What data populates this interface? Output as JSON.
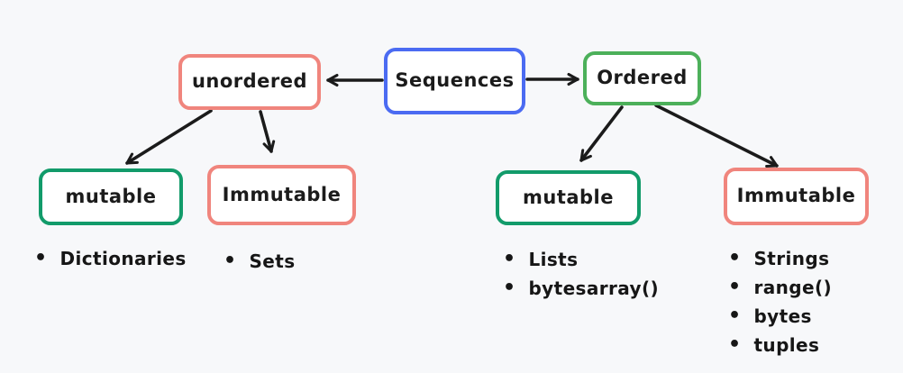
{
  "canvas": {
    "background_color": "#f7f8fa",
    "ink_color": "#1b1b1b"
  },
  "nodes": {
    "sequences": {
      "label": "Sequences",
      "border_color": "#4b6bf2"
    },
    "unordered": {
      "label": "unordered",
      "border_color": "#f0857d"
    },
    "ordered": {
      "label": "Ordered",
      "border_color": "#4cb05a"
    },
    "unordered_mutable": {
      "label": "mutable",
      "border_color": "#129b6a"
    },
    "unordered_immutable": {
      "label": "Immutable",
      "border_color": "#f0857d"
    },
    "ordered_mutable": {
      "label": "mutable",
      "border_color": "#129b6a"
    },
    "ordered_immutable": {
      "label": "Immutable",
      "border_color": "#f0857d"
    }
  },
  "lists": {
    "unordered_mutable_items": [
      "Dictionaries"
    ],
    "unordered_immutable_items": [
      "Sets"
    ],
    "ordered_mutable_items": [
      "Lists",
      "bytesarray()"
    ],
    "ordered_immutable_items": [
      "Strings",
      "range()",
      "bytes",
      "tuples"
    ]
  }
}
